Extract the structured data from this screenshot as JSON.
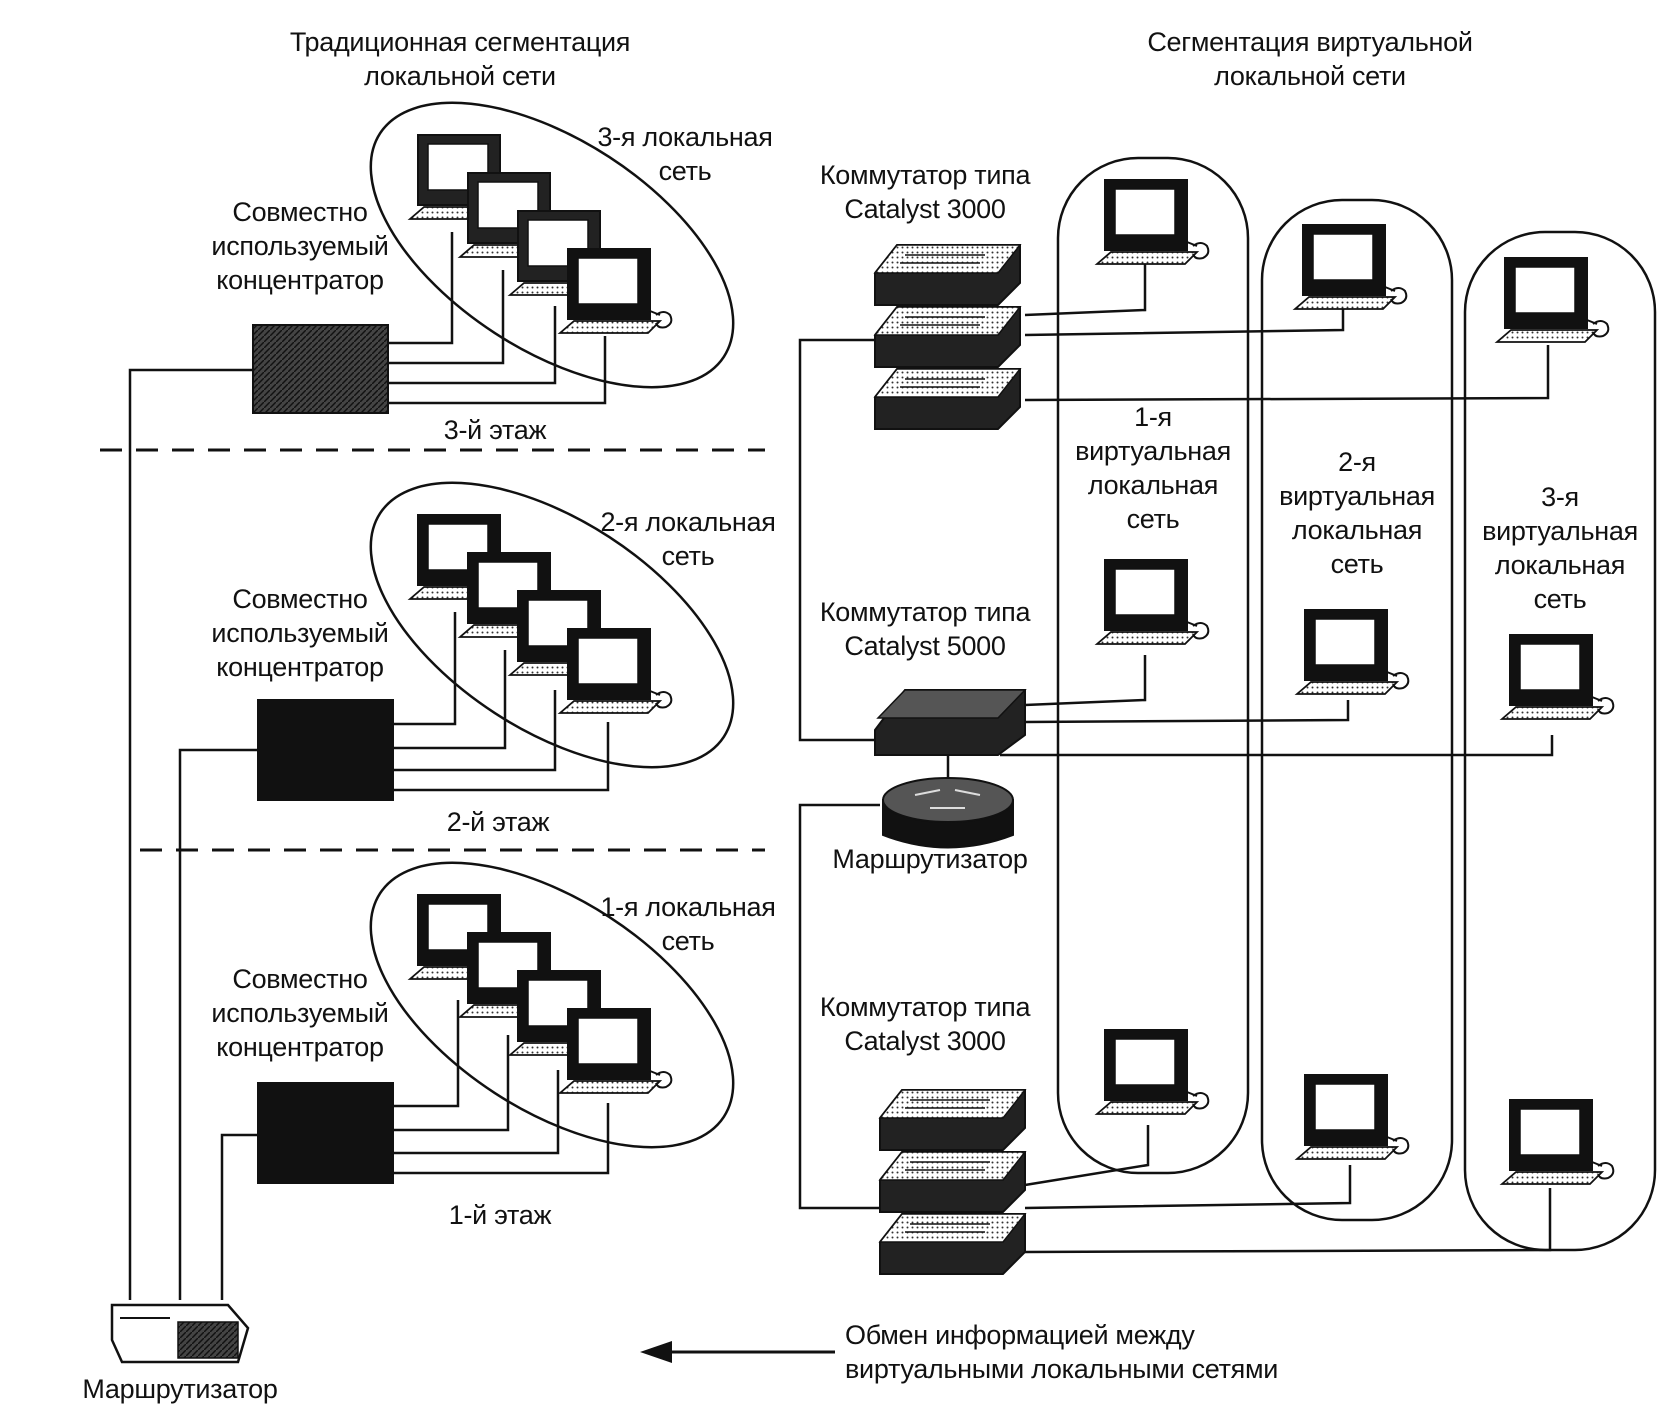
{
  "left_panel": {
    "title": "Традиционная сегментация\nлокальной сети",
    "floors": [
      {
        "hub_label": "Совместно\nиспользуемый\nконцентратор",
        "lan_label": "3-я локальная\nсеть",
        "floor_label": "3-й этаж"
      },
      {
        "hub_label": "Совместно\nиспользуемый\nконцентратор",
        "lan_label": "2-я локальная\nсеть",
        "floor_label": "2-й этаж"
      },
      {
        "hub_label": "Совместно\nиспользуемый\nконцентратор",
        "lan_label": "1-я локальная\nсеть",
        "floor_label": "1-й этаж"
      }
    ],
    "router_label": "Маршрутизатор"
  },
  "right_panel": {
    "title": "Сегментация виртуальной\nлокальной сети",
    "switches": [
      {
        "label": "Коммутатор типа\nCatalyst 3000"
      },
      {
        "label": "Коммутатор типа\nCatalyst 5000"
      },
      {
        "label": "Коммутатор типа\nCatalyst 3000"
      }
    ],
    "router_label": "Маршрутизатор",
    "vlans": [
      {
        "label": "1-я\nвиртуальная\nлокальная\nсеть"
      },
      {
        "label": "2-я\nвиртуальная\nлокальная\nсеть"
      },
      {
        "label": "3-я\nвиртуальная\nлокальная\nсеть"
      }
    ]
  },
  "exchange_label": "Обмен информацией между\nвиртуальными локальными сетями",
  "icons": {
    "computer": "computer-icon",
    "hub": "hub-icon",
    "switch": "switch-icon",
    "router": "router-icon",
    "arrow": "arrow-left-icon"
  }
}
